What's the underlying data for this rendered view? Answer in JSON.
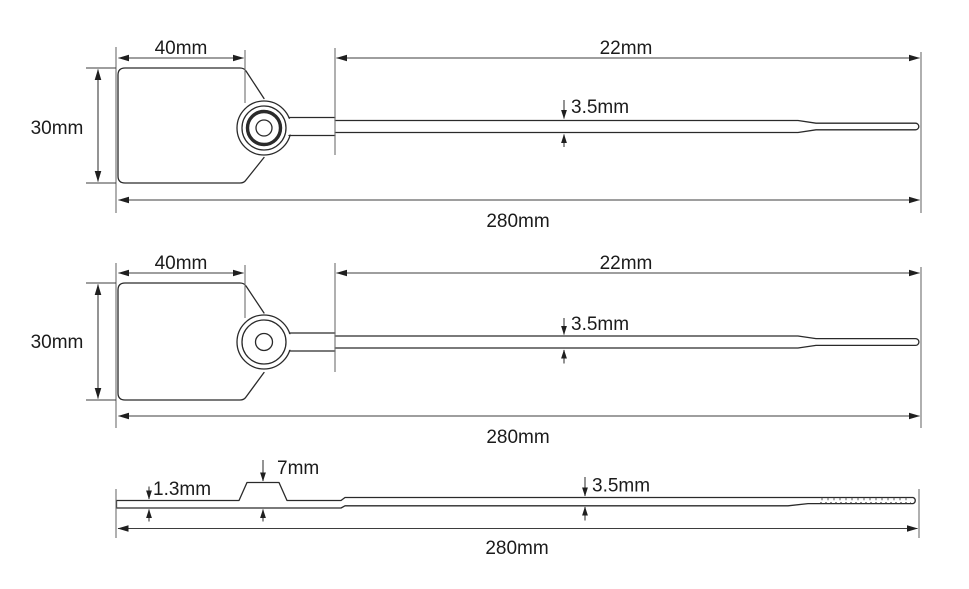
{
  "drawing": {
    "colors": {
      "background": "#ffffff",
      "part_line": "#2a2a2a",
      "dimension_line": "#3d3d3d",
      "extension_line": "#6e6e6e",
      "text": "#1b1b1b"
    },
    "views": [
      {
        "name": "seal-top-view-double-ring-head",
        "labels": {
          "width": "40mm",
          "height": "30mm",
          "tail": "22mm",
          "strap_width": "3.5mm",
          "overall": "280mm"
        }
      },
      {
        "name": "seal-top-view-single-ring-head",
        "labels": {
          "width": "40mm",
          "height": "30mm",
          "tail": "22mm",
          "strap_width": "3.5mm",
          "overall": "280mm"
        }
      },
      {
        "name": "seal-side-profile-view",
        "labels": {
          "thickness": "1.3mm",
          "head_width": "7mm",
          "strap_width": "3.5mm",
          "overall": "280mm"
        }
      }
    ]
  }
}
